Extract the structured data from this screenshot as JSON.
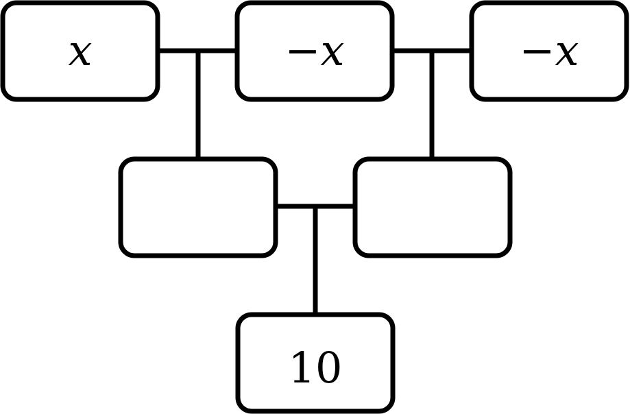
{
  "pyramid": {
    "row1": [
      {
        "sign": "",
        "variable": "x"
      },
      {
        "sign": "−",
        "variable": "x"
      },
      {
        "sign": "−",
        "variable": "x"
      }
    ],
    "row2": [
      {
        "value": ""
      },
      {
        "value": ""
      }
    ],
    "row3": [
      {
        "value": "10"
      }
    ]
  },
  "colors": {
    "stroke": "#000000",
    "background": "#ffffff"
  }
}
